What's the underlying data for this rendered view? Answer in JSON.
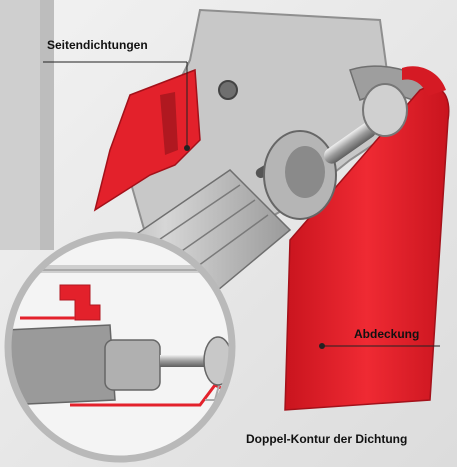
{
  "labels": {
    "side_seals": "Seitendichtungen",
    "cover": "Abdeckung",
    "double_contour": "Doppel-Kontur der Dichtung"
  },
  "colors": {
    "accent_red": "#e3212b",
    "dark_red": "#b01820",
    "metal_light": "#d9d9d9",
    "metal_mid": "#a8a8a8",
    "metal_dark": "#6f6f6f",
    "wall": "#e9e9e9",
    "inset_ring": "#b9b9b9"
  }
}
